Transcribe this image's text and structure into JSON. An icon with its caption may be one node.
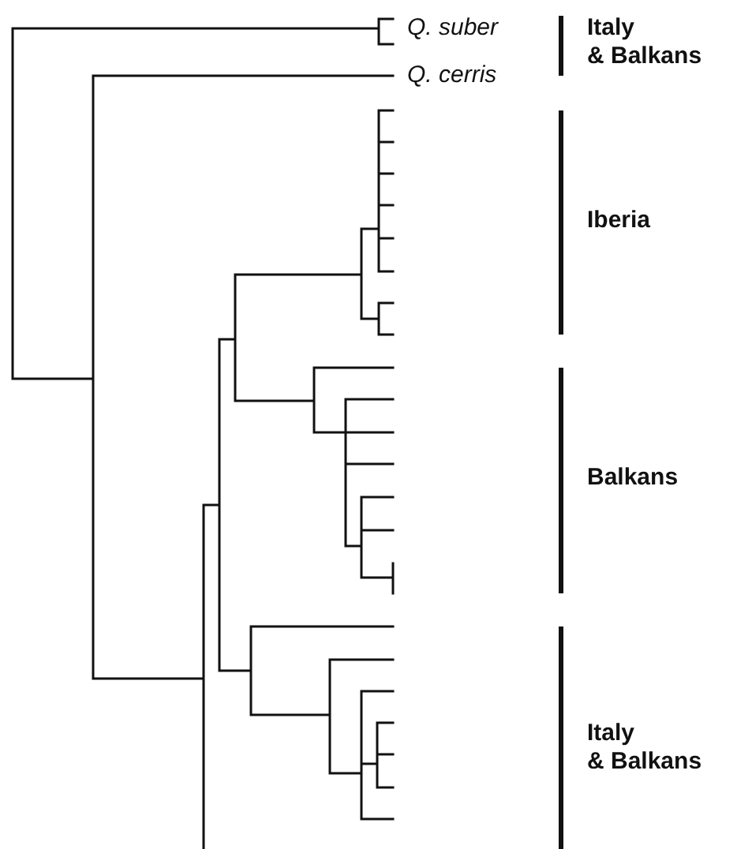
{
  "diagram": {
    "labels": [
      "Q. suber",
      "Italy & Balkans",
      "Q. cerris",
      "Iberia",
      "Balkans",
      "Italy & Balkans"
    ]
  }
}
